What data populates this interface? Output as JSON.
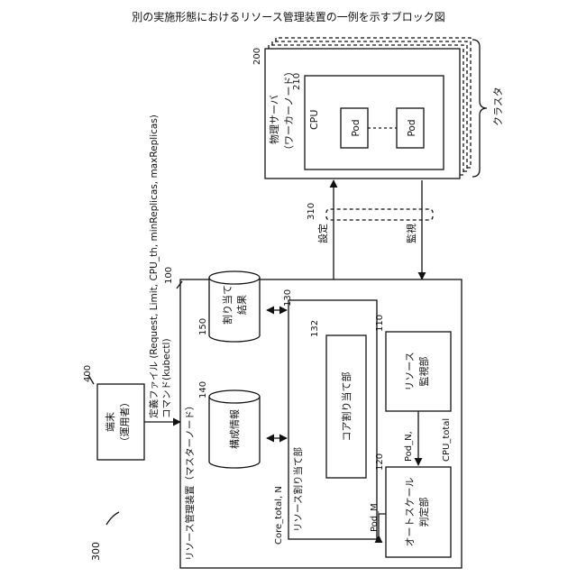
{
  "title": "別の実施形態におけるリソース管理装置の一例を示すブロック図",
  "figure_ref": "300",
  "terminal": {
    "ref": "400",
    "line1": "端末",
    "line2": "（運用者）"
  },
  "input": {
    "line1": "定義ファイル (Request, Limit, CPU_th, minReplicas, maxReplicas)",
    "line2": "コマンド(kubectl)"
  },
  "manager": {
    "ref": "100",
    "label": "リソース管理装置（マスターノード）"
  },
  "db_config": {
    "ref": "140",
    "label": "構成情報"
  },
  "db_result": {
    "ref": "150",
    "line1": "割り当て",
    "line2": "結果"
  },
  "allocator": {
    "ref": "130",
    "label": "リソース割り当て部"
  },
  "core_alloc": {
    "ref": "132",
    "label": "コア割り当て部"
  },
  "monitor": {
    "ref": "110",
    "line1": "リソース",
    "line2": "監視部"
  },
  "autoscale": {
    "ref": "120",
    "line1": "オートスケール",
    "line2": "判定部"
  },
  "labels": {
    "core_total": "Core_total, N",
    "pod_n": "Pod_N,",
    "cpu_total": "CPU_total",
    "pod_m": "Pod_M",
    "setting": "設定",
    "monitoring": "監視",
    "net_ref": "310"
  },
  "server": {
    "ref": "200",
    "line1": "物理サーバ",
    "line2": "（ワーカーノード）"
  },
  "cpu": {
    "ref": "210",
    "label": "CPU"
  },
  "pods": [
    "Pod",
    "Pod"
  ],
  "cluster": {
    "label": "クラスタ"
  }
}
